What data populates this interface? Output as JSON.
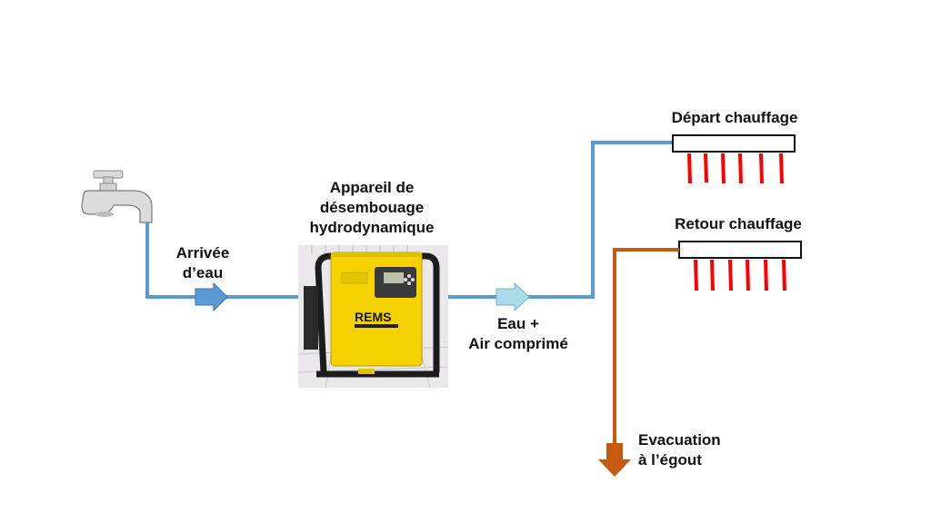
{
  "labels": {
    "water_inlet_line1": "Arrivée",
    "water_inlet_line2": "d’eau",
    "device_line1": "Appareil de",
    "device_line2": "désembouage",
    "device_line3": "hydrodynamique",
    "output_line1": "Eau +",
    "output_line2": "Air comprimé",
    "supply_manifold": "Départ chauffage",
    "return_manifold": "Retour chauffage",
    "drain_line1": "Evacuation",
    "drain_line2": "à l’égout"
  },
  "device": {
    "brand": "REMS"
  },
  "colors": {
    "water_pipe": "#5b9bd5",
    "return_pipe": "#c55a11",
    "manifold_branches": "#ff0000",
    "device_body": "#f5d200"
  },
  "manifolds": {
    "supply_branch_count": 6,
    "return_branch_count": 6
  }
}
